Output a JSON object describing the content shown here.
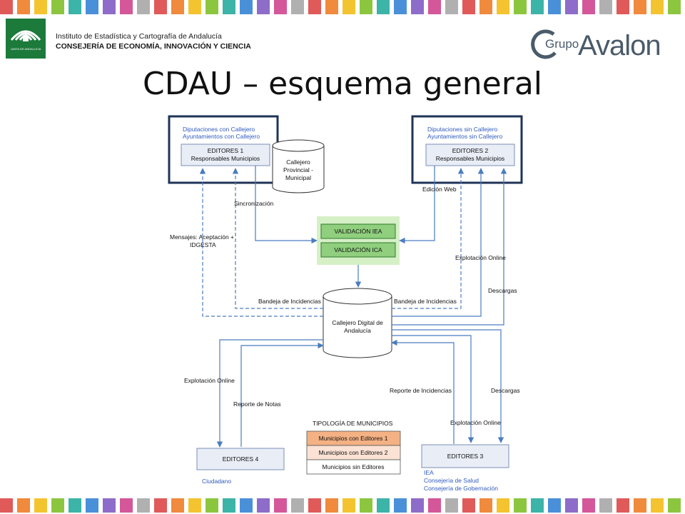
{
  "header": {
    "institute_line1": "Instituto de Estadística y Cartografía de Andalucía",
    "institute_line2": "CONSEJERÍA DE ECONOMÍA, INNOVACIÓN Y CIENCIA",
    "logo_left_text": "JUNTA DE ANDALUCIA",
    "brand_small": "Grupo",
    "brand_large": "Avalon"
  },
  "title": "CDAU – esquema general",
  "stripe_colors": [
    "#e05a5a",
    "#f08a3c",
    "#f4c430",
    "#8cc63f",
    "#3cb4a8",
    "#4a90d9",
    "#8e6cc9",
    "#d4579a",
    "#b0b0b0"
  ],
  "diagram": {
    "group1": {
      "line1": "Diputaciones con Callejero",
      "line2": "Ayuntamientos con Callejero"
    },
    "editores1": {
      "line1": "EDITORES 1",
      "line2": "Responsables Municipios"
    },
    "callejero_provincial": {
      "line1": "Callejero",
      "line2": "Provincial -",
      "line3": "Municipal"
    },
    "group2": {
      "line1": "Diputaciones sin Callejero",
      "line2": "Ayuntamientos sin Callejero"
    },
    "editores2": {
      "line1": "EDITORES 2",
      "line2": "Responsables Municipios"
    },
    "validacion_iea": "VALIDACIÓN IEA",
    "validacion_ica": "VALIDACIÓN ICA",
    "cdau": {
      "line1": "Callejero Digital de",
      "line2": "Andalucía"
    },
    "labels": {
      "sincronizacion": "Sincronización",
      "edicion_web": "Edición Web",
      "mensajes_1": "Mensajes: Aceptación +",
      "mensajes_2": "IDGESTA",
      "explotacion_online_right": "Explotación Online",
      "descargas_right": "Descargas",
      "bandeja_left": "Bandeja de Incidencias",
      "bandeja_right": "Bandeja de Incidencias",
      "explotacion_online_left": "Explotación Online",
      "reporte_notas": "Reporte de Notas",
      "reporte_incidencias": "Reporte de Incidencias",
      "descargas_bottom": "Descargas",
      "explotacion_online_bottom": "Explotación Online"
    },
    "editores4": "EDITORES 4",
    "editores4_sub": "Ciudadano",
    "editores3": "EDITORES 3",
    "editores3_sub": [
      "IEA",
      "Consejería de Salud",
      "Consejería de Gobernación"
    ],
    "tipologia": {
      "title": "TIPOLOGÍA DE MUNICIPIOS",
      "items": [
        "Municipios con Editores 1",
        "Municipios con Editores 2",
        "Municipios sin Editores"
      ],
      "colors": [
        "#f4b183",
        "#fbe2d4",
        "#ffffff"
      ]
    },
    "colors": {
      "arrow": "#4a7cc0",
      "box_fill": "#e8edf6",
      "box_stroke": "#7b8fb5",
      "frame": "#1f3357",
      "group_text": "#2f5bbf",
      "validation_bg": "#d6f0c6",
      "validation_box": "#8fcf7d",
      "validation_stroke": "#2f7a2f"
    }
  }
}
